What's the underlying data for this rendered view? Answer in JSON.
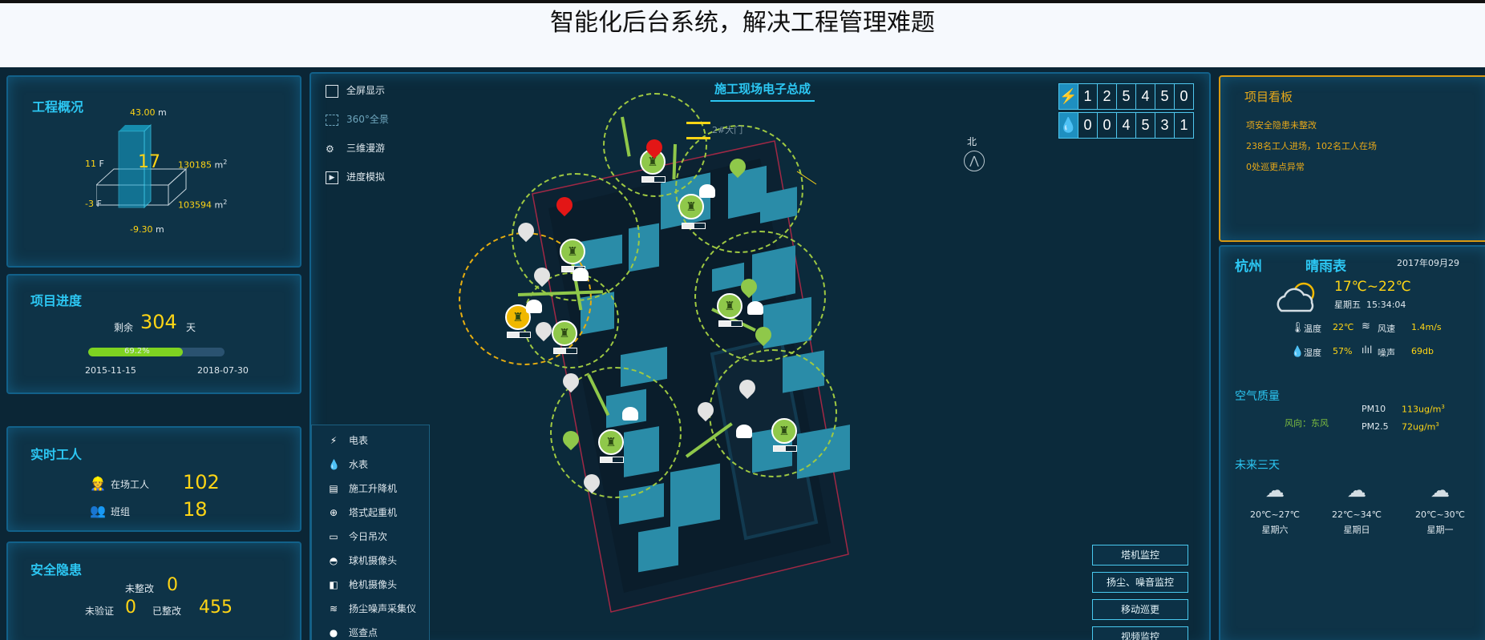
{
  "page_title": "智能化后台系统，解决工程管理难题",
  "overview": {
    "title": "工程概况",
    "height_top": "43.00",
    "height_unit": "m",
    "floors_above": "11",
    "floors_below": "-3",
    "floor_unit": "F",
    "building_label": "17",
    "area_above": "130185",
    "area_below": "103594",
    "area_unit": "m",
    "area_sup": "2",
    "depth": "-9.30"
  },
  "progress": {
    "title": "项目进度",
    "remaining_label": "剩余",
    "remaining_days": "304",
    "days_unit": "天",
    "percent_text": "69.2%",
    "percent_value": 0.692,
    "start_date": "2015-11-15",
    "end_date": "2018-07-30"
  },
  "workers": {
    "title": "实时工人",
    "onsite_label": "在场工人",
    "onsite_value": "102",
    "team_label": "班组",
    "team_value": "18"
  },
  "safety": {
    "title": "安全隐患",
    "unrectified_label": "未整改",
    "unrectified_value": "0",
    "unverified_label": "未验证",
    "unverified_value": "0",
    "rectified_label": "已整改",
    "rectified_value": "455"
  },
  "map": {
    "title": "施工现场电子总成",
    "gate_label": "2#大门",
    "north_label": "北",
    "tools": [
      "全屏显示",
      "360°全景",
      "三维漫游",
      "进度模拟"
    ],
    "legend": [
      "电表",
      "水表",
      "施工升降机",
      "塔式起重机",
      "今日吊次",
      "球机摄像头",
      "枪机摄像头",
      "扬尘噪声采集仪",
      "巡查点"
    ],
    "legend_icons": [
      "bolt-icon",
      "water-drop-icon",
      "elevator-icon",
      "tower-crane-icon",
      "lift-count-icon",
      "dome-camera-icon",
      "bullet-camera-icon",
      "dust-noise-sensor-icon",
      "patrol-point-icon"
    ],
    "electric_digits": [
      "1",
      "2",
      "5",
      "4",
      "5",
      "0"
    ],
    "water_digits": [
      "0",
      "0",
      "4",
      "5",
      "3",
      "1"
    ],
    "buttons": [
      "塔机监控",
      "扬尘、噪音监控",
      "移动巡更",
      "视频监控"
    ]
  },
  "board": {
    "title": "项目看板",
    "items": [
      "项安全隐患未整改",
      "238名工人进场，102名工人在场",
      "0处巡更点异常"
    ]
  },
  "weather": {
    "city": "杭州",
    "source": "晴雨表",
    "date": "2017年09月29",
    "temp_range": "17℃~22℃",
    "weekday_time": "星期五  15:34:04",
    "temp_label": "温度",
    "temp_value": "22℃",
    "wind_label": "风速",
    "wind_value": "1.4m/s",
    "humidity_label": "湿度",
    "humidity_value": "57%",
    "noise_label": "噪声",
    "noise_value": "69db",
    "air_title": "空气质量",
    "wind_dir": "风向：东风",
    "pm10_label": "PM10",
    "pm10_value": "113ug/m",
    "pm25_label": "PM2.5",
    "pm25_value": "72ug/m",
    "unit_sup": "3",
    "forecast_title": "未来三天",
    "forecast": [
      {
        "temp": "20℃~27℃",
        "day": "星期六"
      },
      {
        "temp": "22℃~34℃",
        "day": "星期日"
      },
      {
        "temp": "20℃~30℃",
        "day": "星期一"
      }
    ]
  },
  "colors": {
    "background": "#0b2636",
    "panel": "#0e3347",
    "accent": "#2cc7f3",
    "highlight": "#ffd515",
    "crane_green": "#8fc84a",
    "crane_orange": "#f0b800"
  }
}
